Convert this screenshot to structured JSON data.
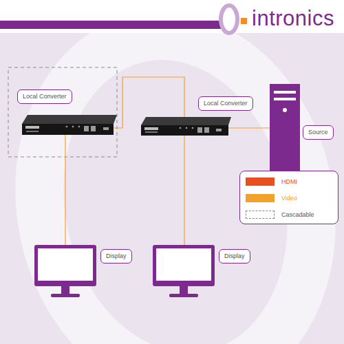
{
  "diagram": {
    "nodes": [
      {
        "text": [
          "Local Converter"
        ]
      },
      {
        "text": [
          "Local Converter"
        ]
      },
      {
        "text": [
          "Source"
        ]
      },
      {
        "text": [
          "Display"
        ]
      },
      {
        "text": [
          "Display"
        ]
      }
    ],
    "labels": [
      "intronics"
    ],
    "legend": [
      {
        "text": "HDMI",
        "color": "#e8501e"
      },
      {
        "text": "Video",
        "color": "#f4a12c"
      },
      {
        "text": "Cascadable"
      }
    ]
  }
}
